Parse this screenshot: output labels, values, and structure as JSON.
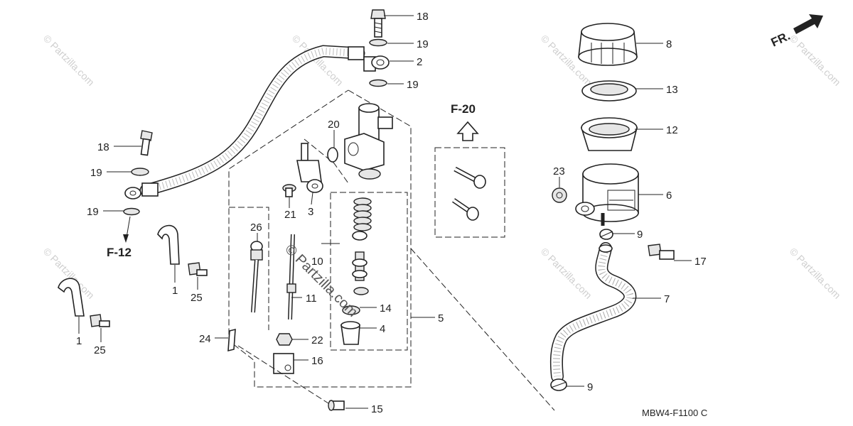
{
  "diagram": {
    "ref_code": "MBW4-F1100 C",
    "front_marker": "FR.",
    "watermark_main": "© Partzilla.com",
    "watermark_tile": "© Partzilla.com",
    "refs": {
      "f20": "F-20",
      "f12": "F-12"
    },
    "callouts": {
      "c18a": "18",
      "c19a": "19",
      "c2": "2",
      "c19b": "19",
      "c8": "8",
      "c13": "13",
      "c12": "12",
      "c23": "23",
      "c6": "6",
      "c9a": "9",
      "c17": "17",
      "c7": "7",
      "c9b": "9",
      "c18b": "18",
      "c19c": "19",
      "c19d": "19",
      "c20": "20",
      "c21": "21",
      "c3": "3",
      "c26": "26",
      "c10": "10",
      "c11": "11",
      "c14": "14",
      "c4": "4",
      "c5": "5",
      "c22": "22",
      "c16": "16",
      "c24": "24",
      "c15": "15",
      "c1a": "1",
      "c25a": "25",
      "c1b": "1",
      "c25b": "25"
    }
  }
}
